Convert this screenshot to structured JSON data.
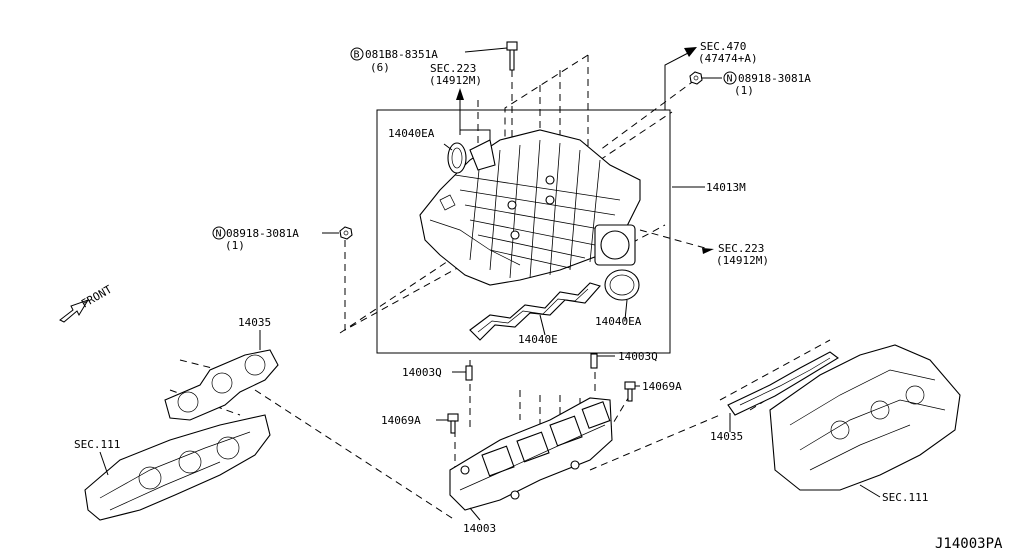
{
  "diagram_code": "J14003PA",
  "front_label": "FRONT",
  "callouts": {
    "bolt_top": {
      "prefix": "B",
      "text": "081B8-8351A",
      "qty": "(6)"
    },
    "sec470": {
      "line1": "SEC.470",
      "line2": "(47474+A)"
    },
    "nut_top": {
      "prefix": "N",
      "text": "08918-3081A",
      "qty": "(1)"
    },
    "sec223_top": {
      "line1": "SEC.223",
      "line2": "(14912M)"
    },
    "gasket_left": "14040EA",
    "manifold_upper": "14013M",
    "nut_left": {
      "prefix": "N",
      "text": "08918-3081A",
      "qty": "(1)"
    },
    "sec223_right": {
      "line1": "SEC.223",
      "line2": "(14912M)"
    },
    "gasket_right": "14040EA",
    "gasket_upper": "14040E",
    "gasket_left_head": "14035",
    "stud_left": "14003Q",
    "stud_right": "14003Q",
    "bolt_right": "14069A",
    "bolt_left": "14069A",
    "gasket_right_head": "14035",
    "sec111_left": "SEC.111",
    "sec111_right": "SEC.111",
    "manifold_lower": "14003"
  }
}
